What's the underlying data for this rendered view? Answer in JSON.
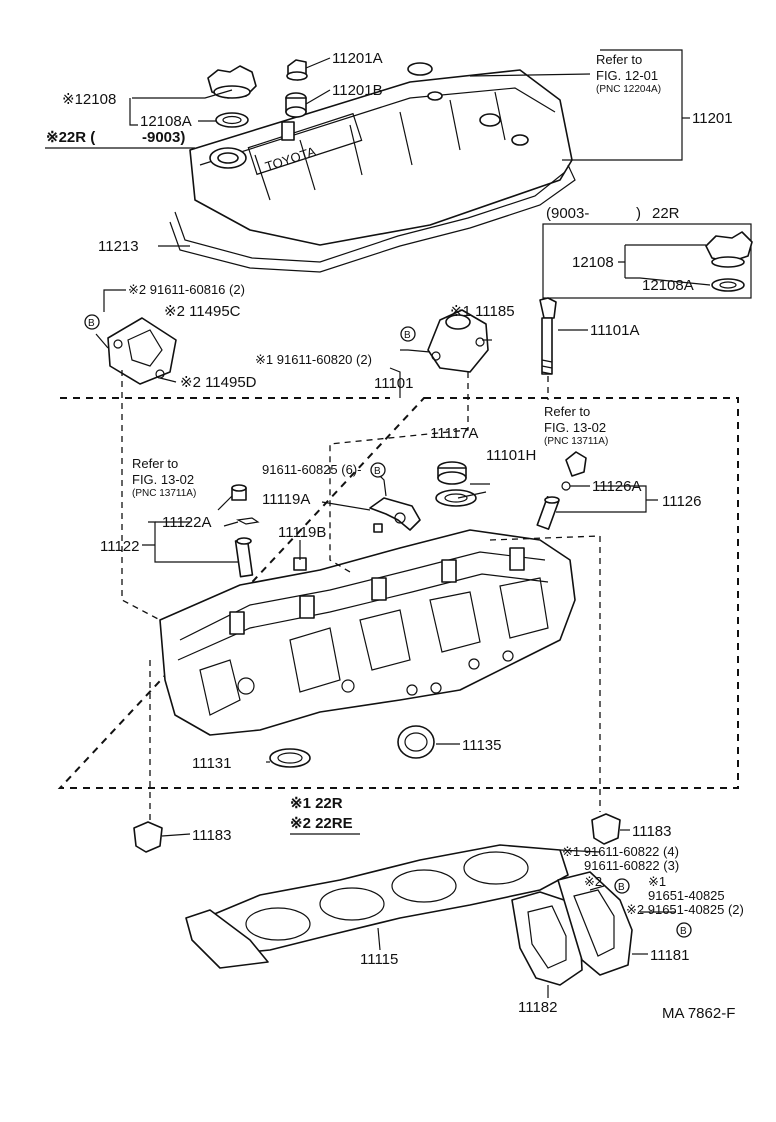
{
  "labels": {
    "p11201A": "11201A",
    "p11201B": "11201B",
    "refer1_a": "Refer to",
    "refer1_b": "FIG. 12-01",
    "refer1_c": "(PNC 12204A)",
    "p11201": "11201",
    "p12108_top": "※12108",
    "p12108A_top": "12108A",
    "eng22r_a": "※22R (",
    "eng22r_b": "-9003)",
    "box_a": "(9003-",
    "box_b": ")",
    "box_c": "22R",
    "p12108_box": "12108",
    "p12108A_box": "12108A",
    "p11213": "11213",
    "bolt2_a": "※2 91611-60816 (2)",
    "p11495C": "※2 11495C",
    "p11495D": "※2 11495D",
    "p11185": "※1 11185",
    "bolt1_a": "※1 91611-60820 (2)",
    "p11101A": "11101A",
    "p11101": "11101",
    "refer2_a": "Refer to",
    "refer2_b": "FIG. 13-02",
    "refer2_c": "(PNC 13711A)",
    "p11117A": "11117A",
    "p11101H": "11101H",
    "bolt3": "91611-60825 (6)-",
    "refer3_a": "Refer to",
    "refer3_b": "FIG. 13-02",
    "refer3_c": "(PNC 13711A)",
    "p11119A": "11119A",
    "p11126A": "11126A",
    "p11126": "11126",
    "p11122A": "11122A",
    "p11122": "11122",
    "p11119B": "11119B",
    "p11135": "11135",
    "p11131": "11131",
    "legend1": "※1 22R",
    "legend2": "※2 22RE",
    "p11183_l": "11183",
    "p11183_r": "11183",
    "bolt4_a": "※1 91611-60822 (4)",
    "bolt4_b": "91611-60822 (3)",
    "bolt5_a": "※1",
    "bolt5_b": "91651-40825",
    "bolt5_c": "※2 91651-40825 (2)",
    "mark2": "※2",
    "p11115": "11115",
    "p11181": "11181",
    "p11182": "11182",
    "footer": "MA 7862-F",
    "badge": "B",
    "cover_logo": "TOYOTA"
  }
}
